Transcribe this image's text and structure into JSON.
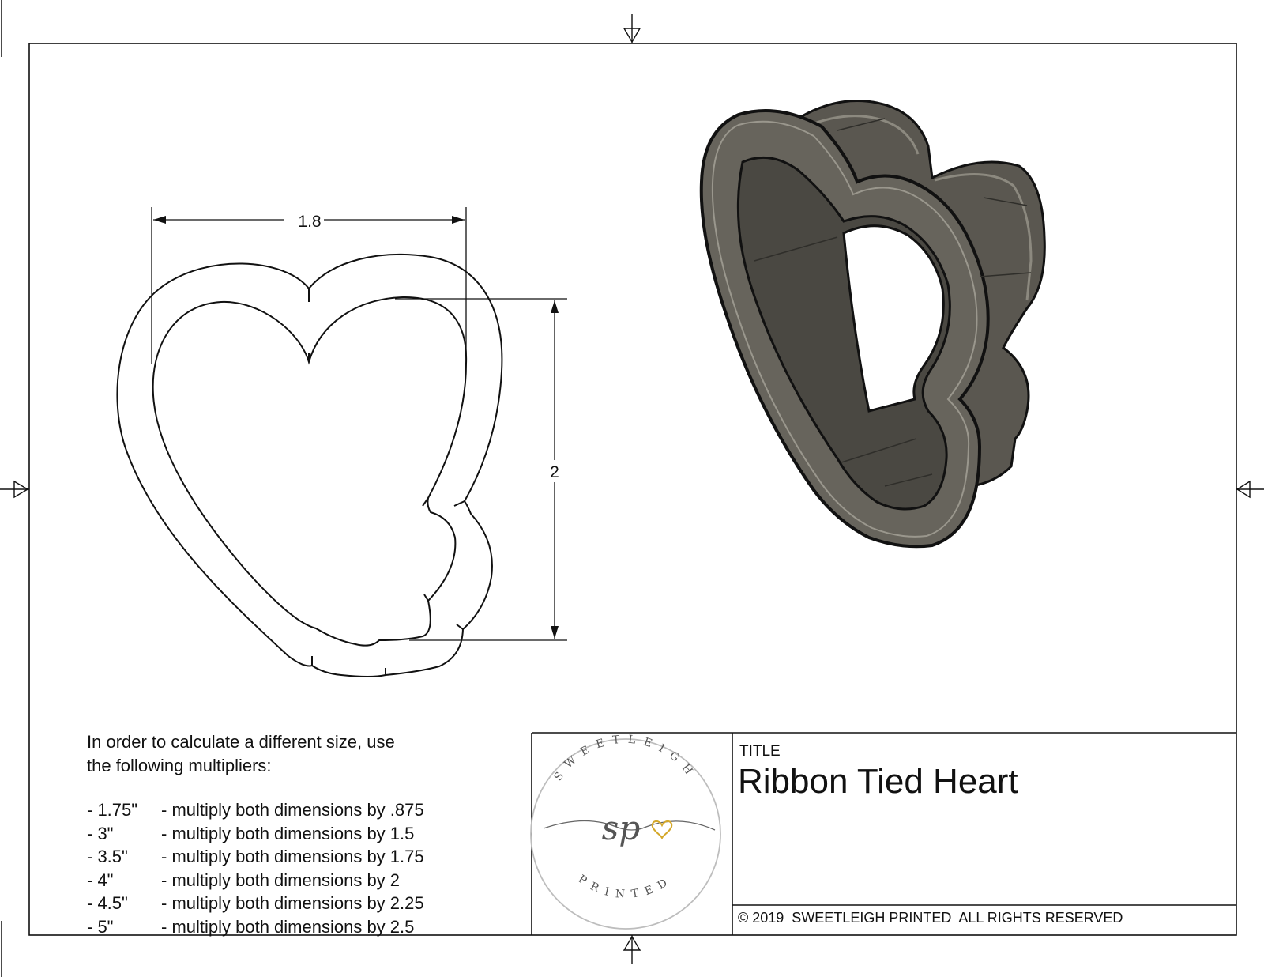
{
  "drawing": {
    "dimensions": {
      "width_label": "1.8",
      "height_label": "2"
    }
  },
  "notes": {
    "intro_line1": "In order to calculate a different size, use",
    "intro_line2": "the following multipliers:",
    "multipliers": [
      {
        "size": "- 1.75\"",
        "text": "- multiply both dimensions by .875"
      },
      {
        "size": "- 3\"",
        "text": "- multiply both dimensions by 1.5"
      },
      {
        "size": "- 3.5\"",
        "text": "- multiply both dimensions by 1.75"
      },
      {
        "size": "- 4\"",
        "text": "- multiply both dimensions by 2"
      },
      {
        "size": "- 4.5\"",
        "text": "- multiply both dimensions by 2.25"
      },
      {
        "size": "- 5\"",
        "text": "- multiply both dimensions by 2.5"
      }
    ]
  },
  "title_block": {
    "label": "TITLE",
    "title": "Ribbon Tied Heart",
    "copyright": "© 2019  SWEETLEIGH PRINTED  ALL RIGHTS RESERVED",
    "logo": {
      "arc_top": "SWEETLEIGH",
      "monogram": "sp",
      "arc_bottom": "PRINTED",
      "accent_color": "#d4a82a"
    }
  },
  "colors": {
    "line": "#111111",
    "cutter_body": "#67645c",
    "cutter_dark": "#46443e",
    "cutter_light": "#8a877e"
  }
}
